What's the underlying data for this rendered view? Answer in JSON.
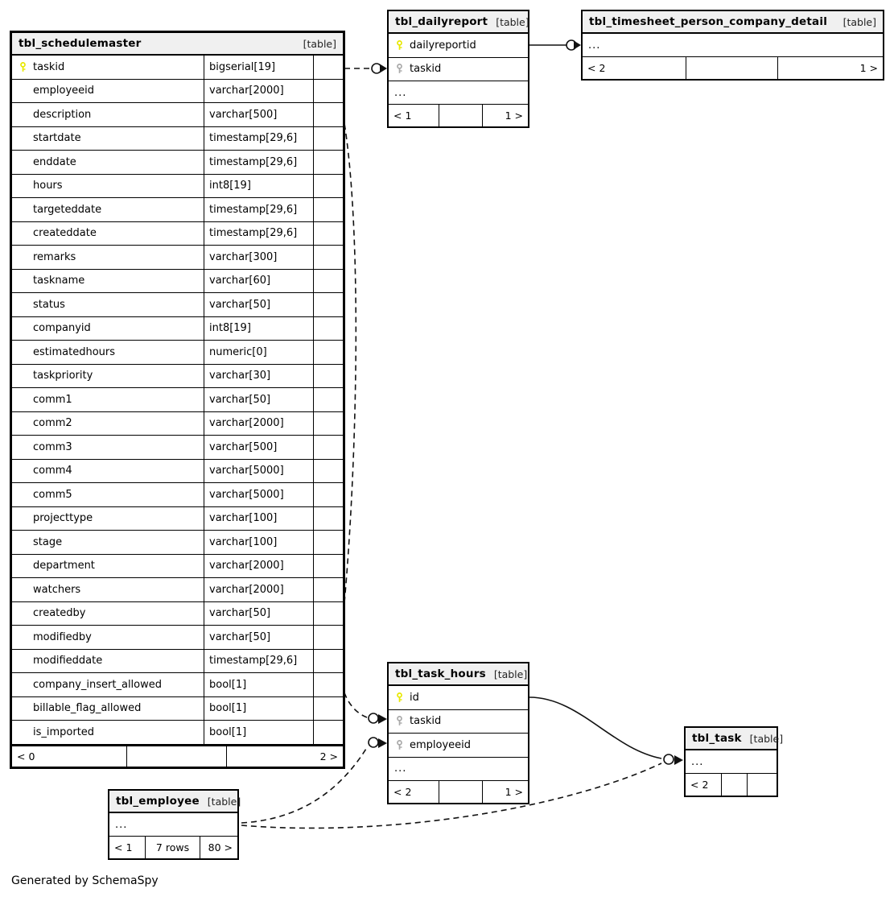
{
  "credit": "Generated by SchemaSpy",
  "table_tag": "[table]",
  "ellipsis": "...",
  "tables": {
    "schedulemaster": {
      "name": "tbl_schedulemaster",
      "tag": "[table]",
      "columns": [
        {
          "name": "taskid",
          "type": "bigserial[19]",
          "key": "primary"
        },
        {
          "name": "employeeid",
          "type": "varchar[2000]",
          "key": "none"
        },
        {
          "name": "description",
          "type": "varchar[500]",
          "key": "none"
        },
        {
          "name": "startdate",
          "type": "timestamp[29,6]",
          "key": "none"
        },
        {
          "name": "enddate",
          "type": "timestamp[29,6]",
          "key": "none"
        },
        {
          "name": "hours",
          "type": "int8[19]",
          "key": "none"
        },
        {
          "name": "targeteddate",
          "type": "timestamp[29,6]",
          "key": "none"
        },
        {
          "name": "createddate",
          "type": "timestamp[29,6]",
          "key": "none"
        },
        {
          "name": "remarks",
          "type": "varchar[300]",
          "key": "none"
        },
        {
          "name": "taskname",
          "type": "varchar[60]",
          "key": "none"
        },
        {
          "name": "status",
          "type": "varchar[50]",
          "key": "none"
        },
        {
          "name": "companyid",
          "type": "int8[19]",
          "key": "none"
        },
        {
          "name": "estimatedhours",
          "type": "numeric[0]",
          "key": "none"
        },
        {
          "name": "taskpriority",
          "type": "varchar[30]",
          "key": "none"
        },
        {
          "name": "comm1",
          "type": "varchar[50]",
          "key": "none"
        },
        {
          "name": "comm2",
          "type": "varchar[2000]",
          "key": "none"
        },
        {
          "name": "comm3",
          "type": "varchar[500]",
          "key": "none"
        },
        {
          "name": "comm4",
          "type": "varchar[5000]",
          "key": "none"
        },
        {
          "name": "comm5",
          "type": "varchar[5000]",
          "key": "none"
        },
        {
          "name": "projecttype",
          "type": "varchar[100]",
          "key": "none"
        },
        {
          "name": "stage",
          "type": "varchar[100]",
          "key": "none"
        },
        {
          "name": "department",
          "type": "varchar[2000]",
          "key": "none"
        },
        {
          "name": "watchers",
          "type": "varchar[2000]",
          "key": "none"
        },
        {
          "name": "createdby",
          "type": "varchar[50]",
          "key": "none"
        },
        {
          "name": "modifiedby",
          "type": "varchar[50]",
          "key": "none"
        },
        {
          "name": "modifieddate",
          "type": "timestamp[29,6]",
          "key": "none"
        },
        {
          "name": "company_insert_allowed",
          "type": "bool[1]",
          "key": "none"
        },
        {
          "name": "billable_flag_allowed",
          "type": "bool[1]",
          "key": "none"
        },
        {
          "name": "is_imported",
          "type": "bool[1]",
          "key": "none"
        }
      ],
      "footer": {
        "left": "< 0",
        "mid": "",
        "right": "2 >"
      }
    },
    "dailyreport": {
      "name": "tbl_dailyreport",
      "tag": "[table]",
      "columns": [
        {
          "name": "dailyreportid",
          "type": "",
          "key": "primary"
        },
        {
          "name": "taskid",
          "type": "",
          "key": "foreign"
        }
      ],
      "has_ellipsis": true,
      "footer": {
        "left": "< 1",
        "mid": "",
        "right": "1 >"
      }
    },
    "timesheet": {
      "name": "tbl_timesheet_person_company_detail",
      "tag": "[table]",
      "columns": [],
      "has_ellipsis": true,
      "footer": {
        "left": "< 2",
        "mid": "",
        "right": "1 >"
      }
    },
    "task_hours": {
      "name": "tbl_task_hours",
      "tag": "[table]",
      "columns": [
        {
          "name": "id",
          "type": "",
          "key": "primary"
        },
        {
          "name": "taskid",
          "type": "",
          "key": "foreign"
        },
        {
          "name": "employeeid",
          "type": "",
          "key": "foreign"
        }
      ],
      "has_ellipsis": true,
      "footer": {
        "left": "< 2",
        "mid": "",
        "right": "1 >"
      }
    },
    "task": {
      "name": "tbl_task",
      "tag": "[table]",
      "columns": [],
      "has_ellipsis": true,
      "footer": {
        "left": "< 2",
        "mid": "",
        "right": ""
      }
    },
    "employee": {
      "name": "tbl_employee",
      "tag": "[table]",
      "columns": [],
      "has_ellipsis": true,
      "footer": {
        "left": "< 1",
        "mid": "7 rows",
        "right": "80 >"
      }
    }
  },
  "colors": {
    "primary_key": "#e8e800",
    "foreign_key": "#a9a9a9",
    "header_bg": "#f0f0f0",
    "border": "#000000",
    "edge": "#1a1a1a"
  },
  "relationships": [
    {
      "from": "tbl_schedulemaster.taskid",
      "to": "tbl_dailyreport.taskid",
      "style": "dashed"
    },
    {
      "from": "tbl_dailyreport.dailyreportid",
      "to": "tbl_timesheet_person_company_detail",
      "style": "solid"
    },
    {
      "from": "tbl_schedulemaster.taskid",
      "to": "tbl_task_hours.taskid",
      "style": "dashed"
    },
    {
      "from": "tbl_employee",
      "to": "tbl_task_hours.employeeid",
      "style": "dashed"
    },
    {
      "from": "tbl_task_hours.id",
      "to": "tbl_task",
      "style": "solid"
    },
    {
      "from": "tbl_employee",
      "to": "tbl_task",
      "style": "dashed"
    }
  ]
}
